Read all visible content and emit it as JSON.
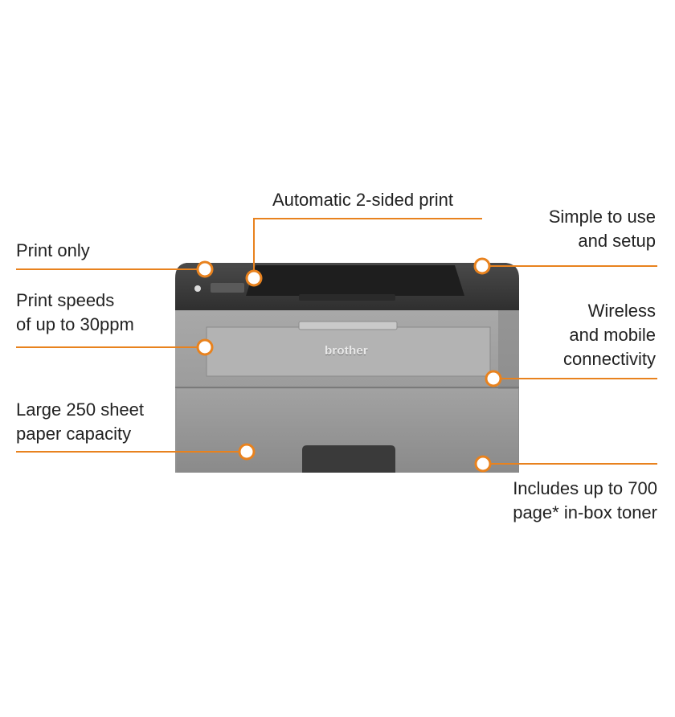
{
  "brand_logo_text": "brother",
  "accent_color": "#e8821e",
  "features": {
    "automatic_duplex": "Automatic 2-sided print",
    "print_only": "Print only",
    "simple_setup": "Simple to use\nand setup",
    "print_speed": "Print speeds\nof up to 30ppm",
    "wireless": "Wireless\nand mobile\nconnectivity",
    "paper_capacity": "Large 250 sheet\npaper capacity",
    "in_box_toner": "Includes up to 700\npage* in-box toner"
  }
}
